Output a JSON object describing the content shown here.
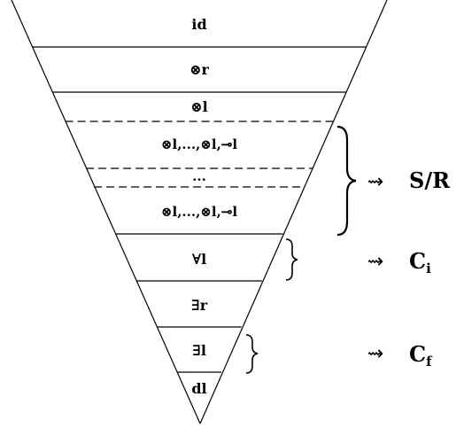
{
  "funnel": {
    "levels": [
      {
        "label": "id"
      },
      {
        "label": "⊗r"
      },
      {
        "label": "⊗l"
      },
      {
        "label": "⊗l,...,⊗l,⊸l"
      },
      {
        "label": "..."
      },
      {
        "label": "⊗l,...,⊗l,⊸l"
      },
      {
        "label": "∀l"
      },
      {
        "label": "∃r"
      },
      {
        "label": "∃l"
      },
      {
        "label": "dl"
      }
    ]
  },
  "annotations": {
    "squig": "⇝",
    "sr": {
      "label": "S/R"
    },
    "ci": {
      "main": "C",
      "sub": "i"
    },
    "cf": {
      "main": "C",
      "sub": "f"
    }
  }
}
